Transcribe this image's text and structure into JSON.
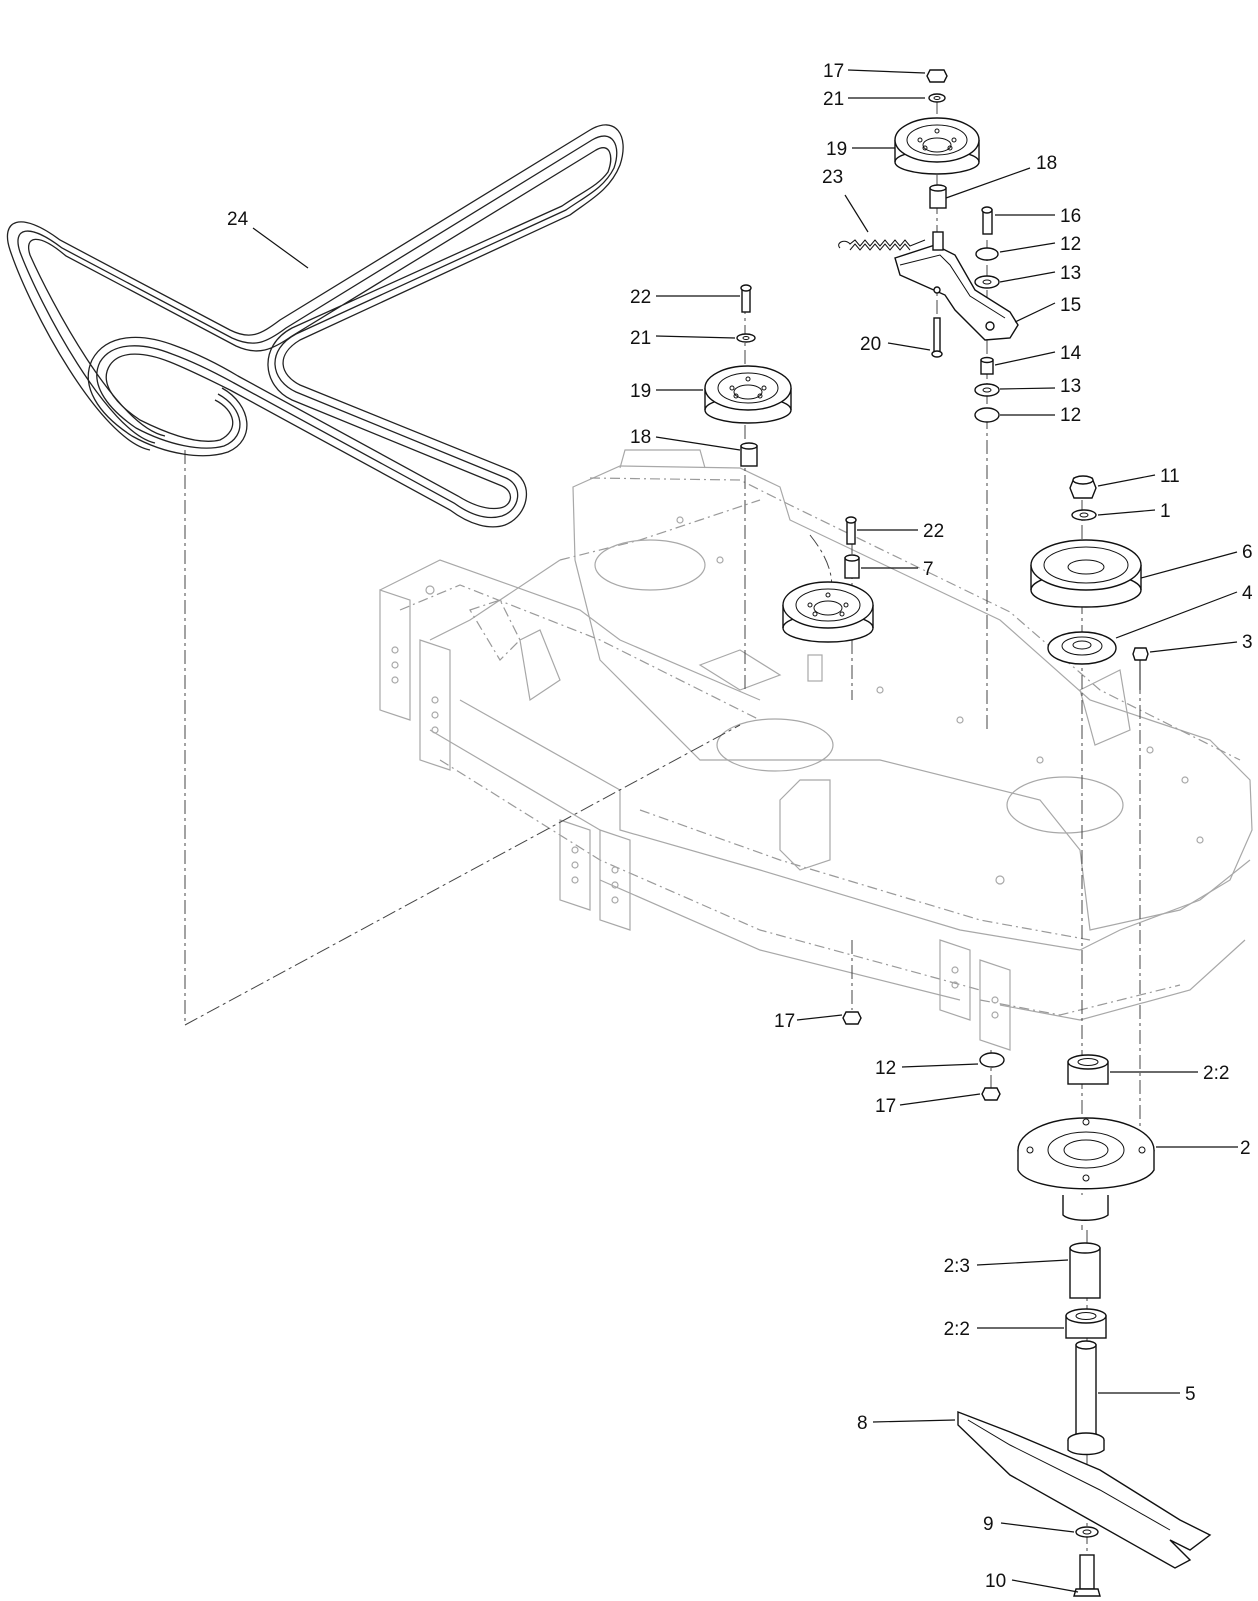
{
  "callouts": [
    {
      "id": "c17a",
      "text": "17"
    },
    {
      "id": "c21a",
      "text": "21"
    },
    {
      "id": "c19a",
      "text": "19"
    },
    {
      "id": "c18a",
      "text": "18"
    },
    {
      "id": "c23",
      "text": "23"
    },
    {
      "id": "c16",
      "text": "16"
    },
    {
      "id": "c12a",
      "text": "12"
    },
    {
      "id": "c13a",
      "text": "13"
    },
    {
      "id": "c15",
      "text": "15"
    },
    {
      "id": "c20",
      "text": "20"
    },
    {
      "id": "c14",
      "text": "14"
    },
    {
      "id": "c13b",
      "text": "13"
    },
    {
      "id": "c12b",
      "text": "12"
    },
    {
      "id": "c24",
      "text": "24"
    },
    {
      "id": "c22a",
      "text": "22"
    },
    {
      "id": "c21b",
      "text": "21"
    },
    {
      "id": "c19b",
      "text": "19"
    },
    {
      "id": "c18b",
      "text": "18"
    },
    {
      "id": "c11",
      "text": "11"
    },
    {
      "id": "c1",
      "text": "1"
    },
    {
      "id": "c22b",
      "text": "22"
    },
    {
      "id": "c7",
      "text": "7"
    },
    {
      "id": "c6",
      "text": "6"
    },
    {
      "id": "c4",
      "text": "4"
    },
    {
      "id": "c3",
      "text": "3"
    },
    {
      "id": "c17b",
      "text": "17"
    },
    {
      "id": "c12c",
      "text": "12"
    },
    {
      "id": "c2_2a",
      "text": "2:2"
    },
    {
      "id": "c17c",
      "text": "17"
    },
    {
      "id": "c2",
      "text": "2"
    },
    {
      "id": "c2_3",
      "text": "2:3"
    },
    {
      "id": "c2_2b",
      "text": "2:2"
    },
    {
      "id": "c5",
      "text": "5"
    },
    {
      "id": "c8",
      "text": "8"
    },
    {
      "id": "c9",
      "text": "9"
    },
    {
      "id": "c10",
      "text": "10"
    }
  ]
}
